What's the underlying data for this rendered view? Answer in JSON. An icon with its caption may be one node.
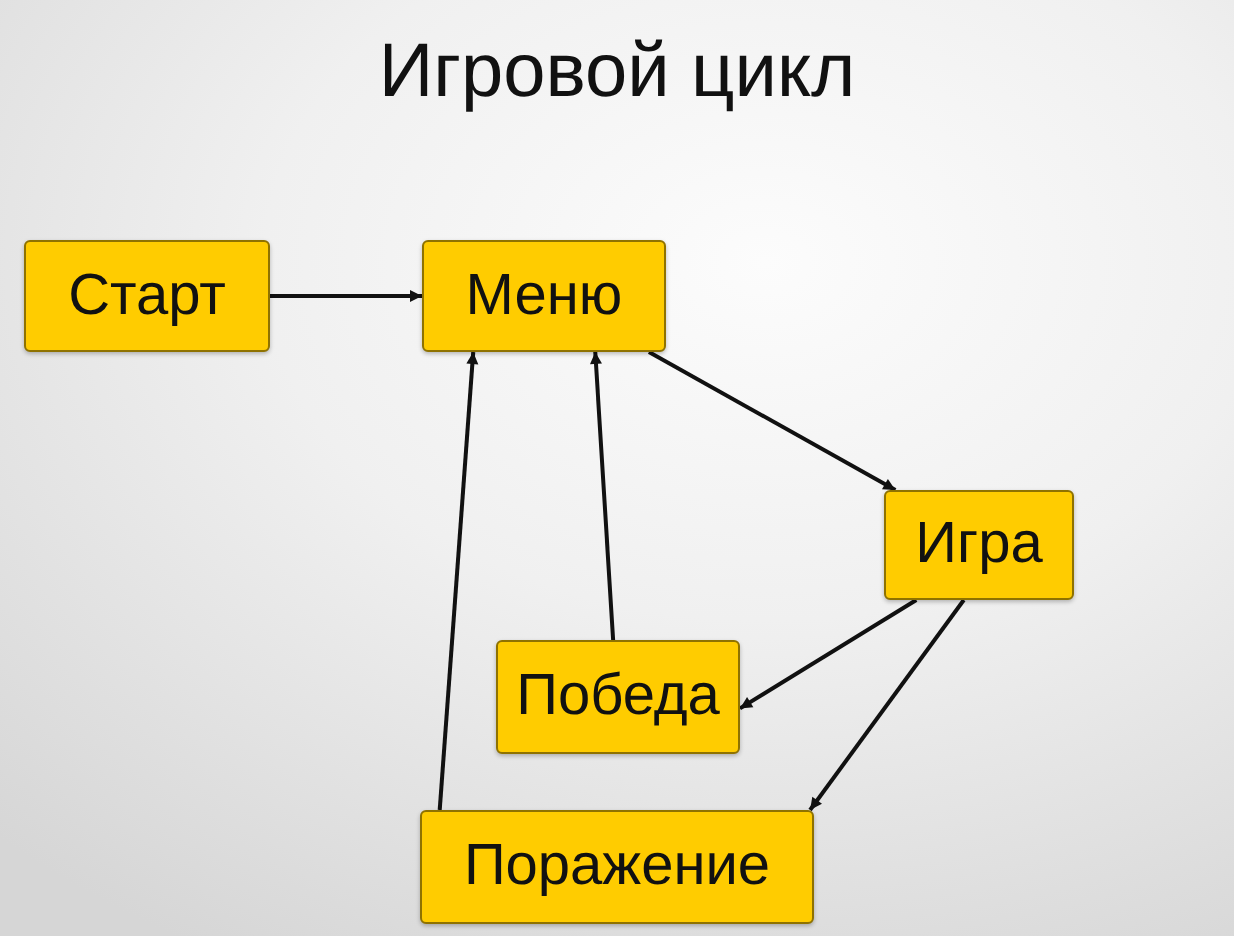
{
  "diagram": {
    "title": "Игровой цикл",
    "nodes": [
      {
        "text": [
          "Старт"
        ]
      },
      {
        "text": [
          "Меню"
        ]
      },
      {
        "text": [
          "Игра"
        ]
      },
      {
        "text": [
          "Победа"
        ]
      },
      {
        "text": [
          "Поражение"
        ]
      }
    ],
    "edges": [
      {
        "from": 0,
        "to": 1,
        "arrow": "to"
      },
      {
        "from": 1,
        "to": 2,
        "arrow": "to"
      },
      {
        "from": 2,
        "to": 3,
        "arrow": "to"
      },
      {
        "from": 2,
        "to": 4,
        "arrow": "to"
      },
      {
        "from": 3,
        "to": 1,
        "arrow": "to"
      },
      {
        "from": 4,
        "to": 1,
        "arrow": "to"
      }
    ]
  }
}
